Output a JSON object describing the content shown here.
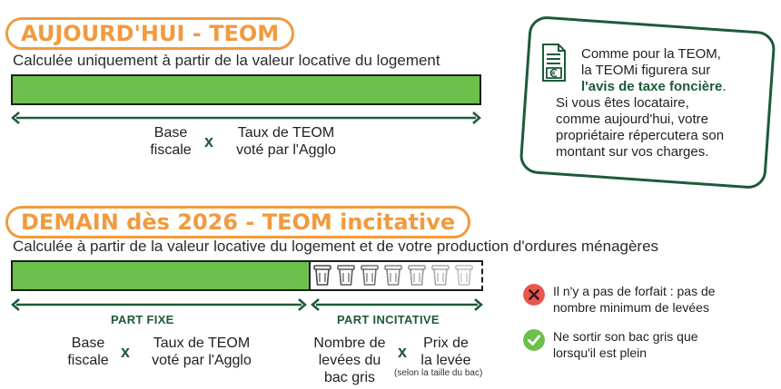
{
  "today": {
    "heading": "AUJOURD'HUI - TEOM",
    "subtitle": "Calculée uniquement à partir de la valeur locative du logement",
    "formula_left": [
      "Base",
      "fiscale"
    ],
    "formula_right": [
      "Taux de TEOM",
      "voté par l'Agglo"
    ],
    "times": "x"
  },
  "infobox": {
    "line1": "Comme pour la TEOM,",
    "line2": "la TEOMi figurera sur",
    "line3_bold": "l'avis de taxe foncière",
    "line3_end": ".",
    "line4": "Si vous êtes locataire,",
    "line5": "comme aujourd'hui, votre",
    "line6": "propriétaire répercutera son",
    "line7": "montant sur vos charges.",
    "icon": "tax-document-euro-icon"
  },
  "tomorrow": {
    "heading": "DEMAIN dès 2026 - TEOM incitative",
    "subtitle": "Calculée à partir de la valeur locative du logement et de votre production d'ordures ménagères",
    "part_fixe_label": "PART FIXE",
    "part_incitative_label": "PART INCITATIVE",
    "fixed_formula_left": [
      "Base",
      "fiscale"
    ],
    "fixed_formula_right": [
      "Taux de TEOM",
      "voté par l'Agglo"
    ],
    "incentive_formula_left": [
      "Nombre de",
      "levées du",
      "bac gris"
    ],
    "incentive_formula_right": [
      "Prix de",
      "la levée"
    ],
    "incentive_note": "(selon la taille du bac)",
    "times": "x",
    "bin_count": 7
  },
  "bullets": [
    {
      "icon": "cross-icon",
      "color": "#e8574f",
      "lines": [
        "Il n'y a pas de forfait : pas de",
        "nombre minimum de levées"
      ]
    },
    {
      "icon": "check-icon",
      "color": "#6dc04b",
      "lines": [
        "Ne sortir son bac gris que",
        "lorsqu'il est plein"
      ]
    }
  ],
  "colors": {
    "accent_orange": "#f29a3f",
    "green_fill": "#6dc04b",
    "dark_green": "#1d5a3a"
  }
}
